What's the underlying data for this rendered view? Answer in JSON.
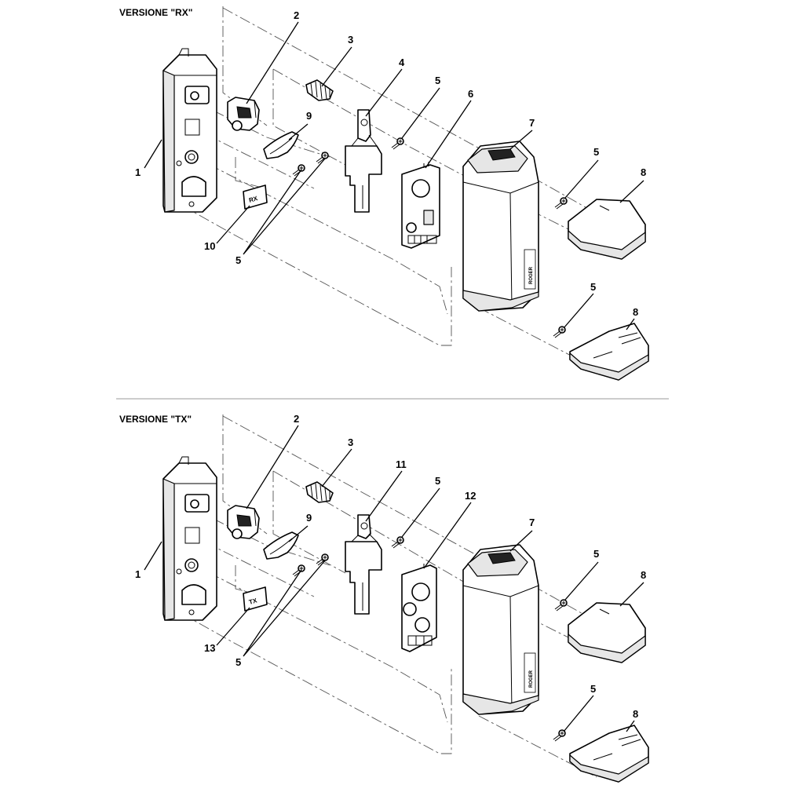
{
  "sections": [
    {
      "title": "VERSIONE \"RX\"",
      "tag": "RX",
      "callouts": [
        "1",
        "2",
        "3",
        "4",
        "5",
        "6",
        "7",
        "5",
        "8",
        "9",
        "10",
        "5",
        "5",
        "8"
      ]
    },
    {
      "title": "VERSIONE \"TX\"",
      "tag": "TX",
      "callouts": [
        "1",
        "2",
        "3",
        "11",
        "5",
        "12",
        "7",
        "5",
        "8",
        "9",
        "13",
        "5",
        "5",
        "8"
      ]
    }
  ],
  "brand_mark": "ROGER"
}
